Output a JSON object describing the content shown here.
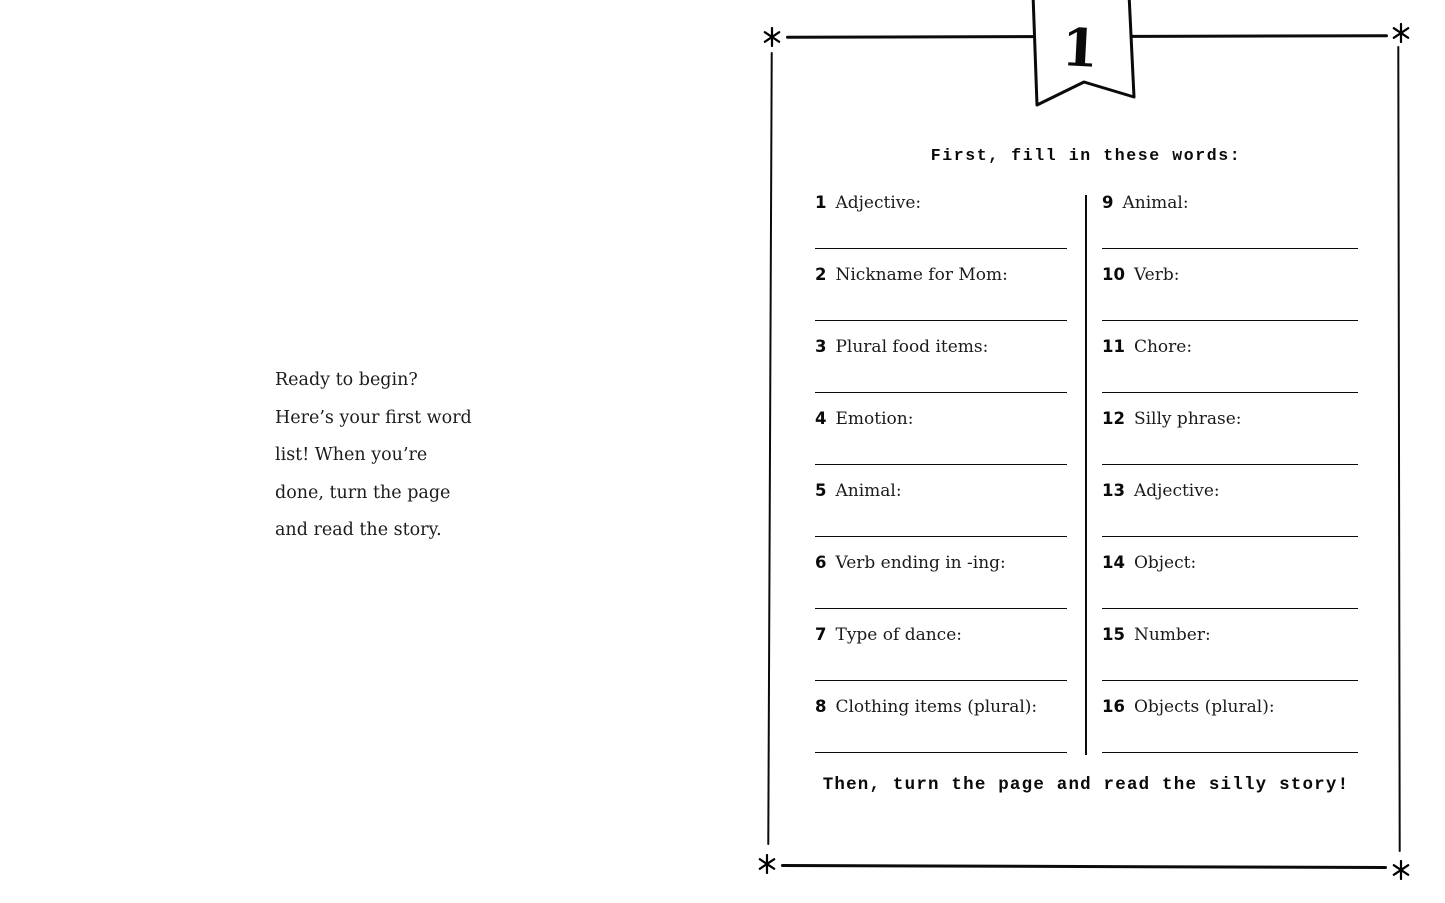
{
  "banner": {
    "number": "1"
  },
  "intro": {
    "lines": [
      "Ready to begin?",
      "Here’s your first word",
      "list! When you’re",
      "done, turn the page",
      "and read the story."
    ]
  },
  "worksheet": {
    "title": "First, fill in these words:",
    "footer": "Then, turn the page and read the silly story!",
    "left_column": [
      {
        "num": "1",
        "label": "Adjective:"
      },
      {
        "num": "2",
        "label": "Nickname for Mom:"
      },
      {
        "num": "3",
        "label": "Plural food items:"
      },
      {
        "num": "4",
        "label": "Emotion:"
      },
      {
        "num": "5",
        "label": "Animal:"
      },
      {
        "num": "6",
        "label": "Verb ending in -ing:"
      },
      {
        "num": "7",
        "label": "Type of dance:"
      },
      {
        "num": "8",
        "label": "Clothing items (plural):"
      }
    ],
    "right_column": [
      {
        "num": "9",
        "label": "Animal:"
      },
      {
        "num": "10",
        "label": "Verb:"
      },
      {
        "num": "11",
        "label": "Chore:"
      },
      {
        "num": "12",
        "label": "Silly phrase:"
      },
      {
        "num": "13",
        "label": "Adjective:"
      },
      {
        "num": "14",
        "label": "Object:"
      },
      {
        "num": "15",
        "label": "Number:"
      },
      {
        "num": "16",
        "label": "Objects (plural):"
      }
    ]
  }
}
